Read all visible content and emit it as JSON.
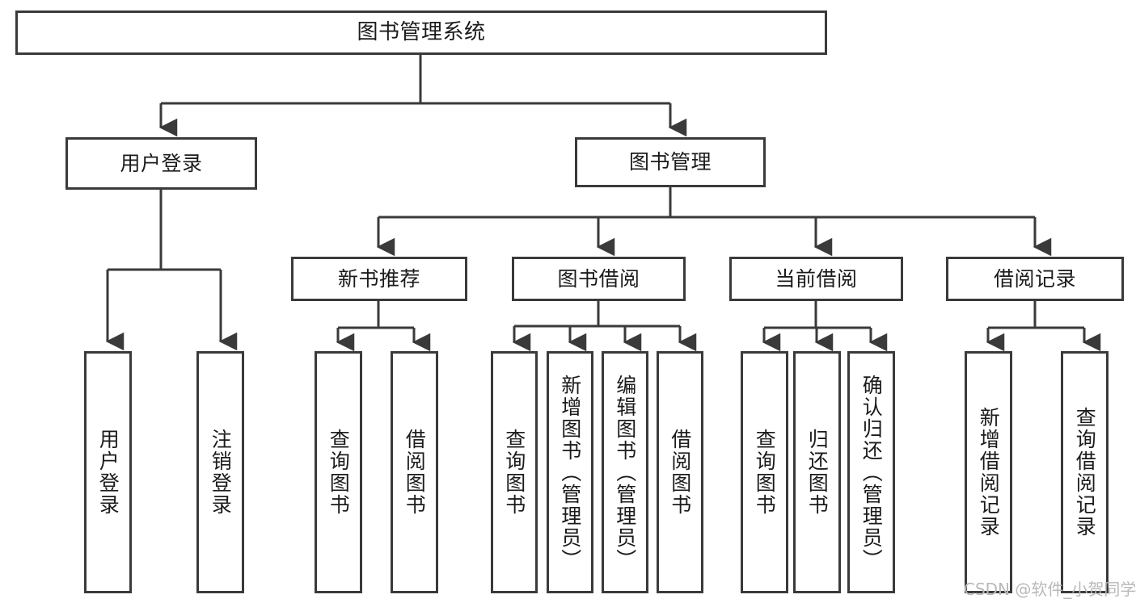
{
  "diagram": {
    "title": "图书管理系统",
    "type": "tree",
    "root": {
      "id": "root",
      "label": "图书管理系统"
    },
    "level1": [
      {
        "id": "user-login",
        "label": "用户登录"
      },
      {
        "id": "book-manage",
        "label": "图书管理"
      }
    ],
    "level2": [
      {
        "id": "new-book-rec",
        "label": "新书推荐",
        "parent": "book-manage"
      },
      {
        "id": "book-borrow",
        "label": "图书借阅",
        "parent": "book-manage"
      },
      {
        "id": "current-borrow",
        "label": "当前借阅",
        "parent": "book-manage"
      },
      {
        "id": "borrow-record",
        "label": "借阅记录",
        "parent": "book-manage"
      }
    ],
    "leaves": [
      {
        "id": "leaf-user-login",
        "label": "用户登录",
        "parent": "user-login"
      },
      {
        "id": "leaf-logout",
        "label": "注销登录",
        "parent": "user-login"
      },
      {
        "id": "leaf-query-book-1",
        "label": "查询图书",
        "parent": "new-book-rec"
      },
      {
        "id": "leaf-borrow-book-1",
        "label": "借阅图书",
        "parent": "new-book-rec"
      },
      {
        "id": "leaf-query-book-2",
        "label": "查询图书",
        "parent": "book-borrow"
      },
      {
        "id": "leaf-add-book",
        "label": "新增图书（管理员）",
        "parent": "book-borrow"
      },
      {
        "id": "leaf-edit-book",
        "label": "编辑图书（管理员）",
        "parent": "book-borrow"
      },
      {
        "id": "leaf-borrow-book-2",
        "label": "借阅图书",
        "parent": "book-borrow"
      },
      {
        "id": "leaf-query-book-3",
        "label": "查询图书",
        "parent": "current-borrow"
      },
      {
        "id": "leaf-return-book",
        "label": "归还图书",
        "parent": "current-borrow"
      },
      {
        "id": "leaf-confirm-return",
        "label": "确认归还（管理员）",
        "parent": "current-borrow"
      },
      {
        "id": "leaf-add-record",
        "label": "新增借阅记录",
        "parent": "borrow-record"
      },
      {
        "id": "leaf-query-record",
        "label": "查询借阅记录",
        "parent": "borrow-record"
      }
    ]
  },
  "watermark": {
    "text": "CSDN @软件_小贺同学"
  },
  "colors": {
    "stroke": "#3a3a3a",
    "background": "#ffffff",
    "text": "#1b1b1b",
    "watermark": "#b9b9b9"
  }
}
